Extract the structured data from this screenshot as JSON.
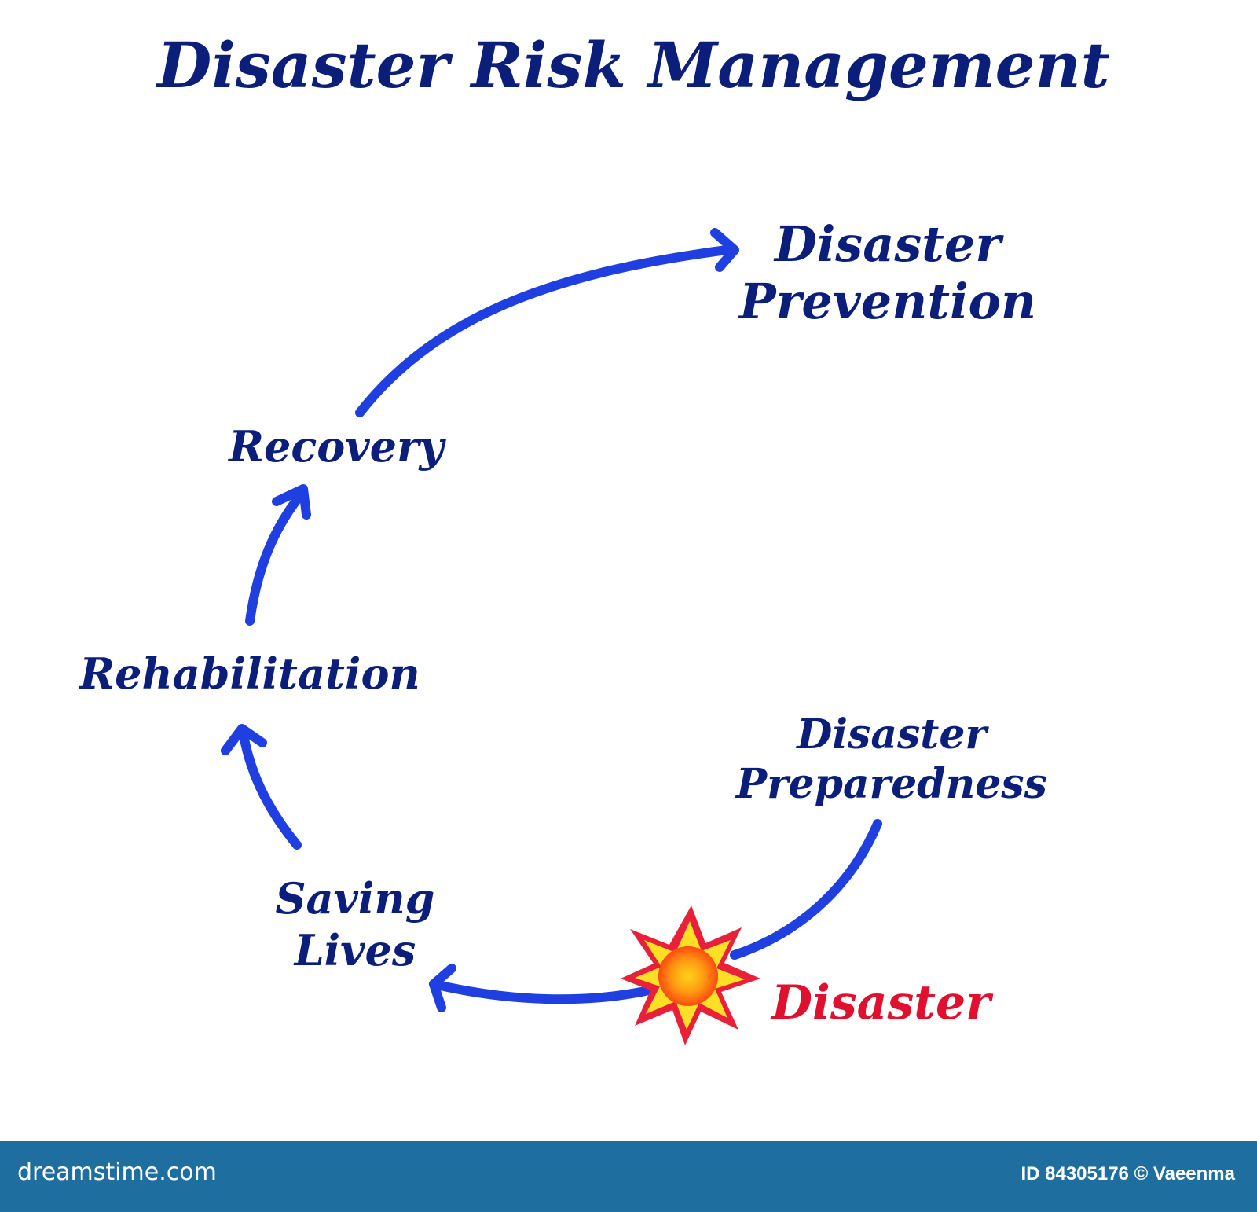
{
  "title": "Disaster Risk Management",
  "nodes": {
    "prevention": [
      "Disaster",
      "Prevention"
    ],
    "recovery": "Recovery",
    "rehabilitation": "Rehabilitation",
    "preparedness": [
      "Disaster",
      "Preparedness"
    ],
    "saving_lives": [
      "Saving",
      "Lives"
    ],
    "disaster": "Disaster"
  },
  "colors": {
    "text": "#0b1f7a",
    "arrow": "#1f3fe0",
    "disaster": "#e0102f",
    "footer": "#1e6f9f"
  },
  "footer": {
    "site": "dreamstime.com",
    "credit": "ID 84305176 © Vaeenma"
  }
}
